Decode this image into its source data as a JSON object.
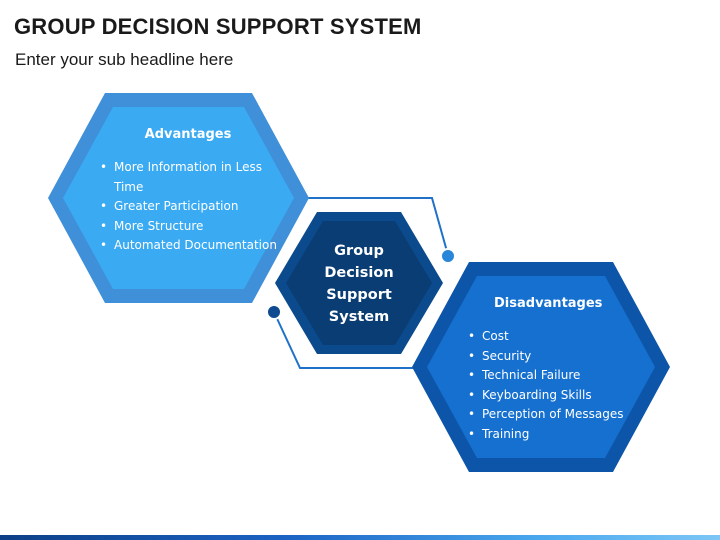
{
  "title": "GROUP DECISION SUPPORT SYSTEM",
  "subtitle": "Enter your sub headline here",
  "center": {
    "label": "Group Decision Support System"
  },
  "advantages": {
    "heading": "Advantages",
    "items": [
      "More Information in Less Time",
      "Greater Participation",
      "More Structure",
      "Automated Documentation"
    ]
  },
  "disadvantages": {
    "heading": "Disadvantages",
    "items": [
      "Cost",
      "Security",
      "Technical Failure",
      "Keyboarding Skills",
      "Perception of Messages",
      "Training"
    ]
  },
  "colors": {
    "advantages_outer": "#3f8fd9",
    "advantages_inner": "#3aaaf2",
    "center_outer": "#0b4a8c",
    "center_inner": "#0a3d73",
    "disadvantages_outer": "#0d55a8",
    "disadvantages_inner": "#1570d0",
    "connector": "#1f72c7"
  }
}
